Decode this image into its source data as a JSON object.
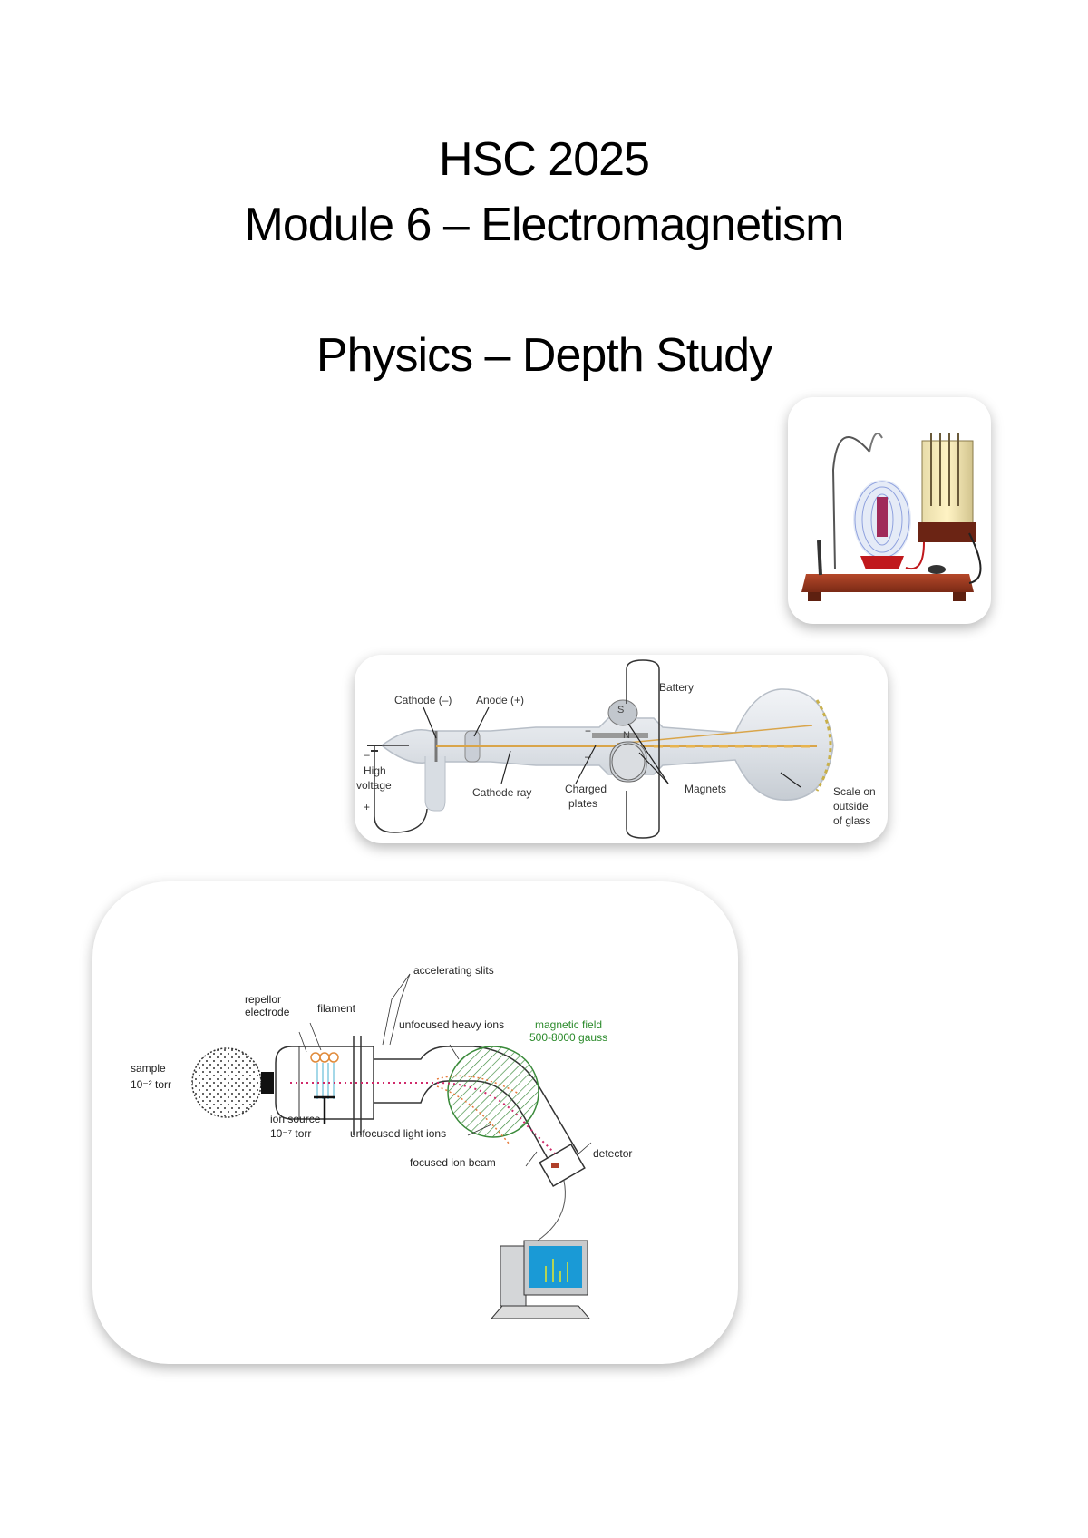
{
  "header": {
    "line1": "HSC 2025",
    "line2": "Module 6 – Electromagnetism",
    "subtitle": "Physics – Depth Study"
  },
  "crt_diagram": {
    "cathode": "Cathode (–)",
    "anode": "Anode (+)",
    "battery": "Battery",
    "plus_top": "+",
    "minus_top": "–",
    "high": "High",
    "voltage": "voltage",
    "minus_left": "–",
    "plus_left": "+",
    "cathode_ray": "Cathode ray",
    "charged": "Charged",
    "plates": "plates",
    "magnets": "Magnets",
    "scale1": "Scale on",
    "scale2": "outside",
    "scale3": "of glass",
    "pole_s": "S",
    "pole_n": "N"
  },
  "mass_spec": {
    "accelerating_slits": "accelerating slits",
    "repellor": "repellor",
    "electrode": "electrode",
    "filament": "filament",
    "unfocused_heavy": "unfocused heavy ions",
    "magnetic_field": "magnetic field",
    "gauss": "500-8000 gauss",
    "sample": "sample",
    "sample_pressure": "10⁻² torr",
    "ion_source": "ion source",
    "ion_pressure": "10⁻⁷ torr",
    "unfocused_light": "unfocused light ions",
    "detector": "detector",
    "focused_beam": "focused ion beam"
  }
}
